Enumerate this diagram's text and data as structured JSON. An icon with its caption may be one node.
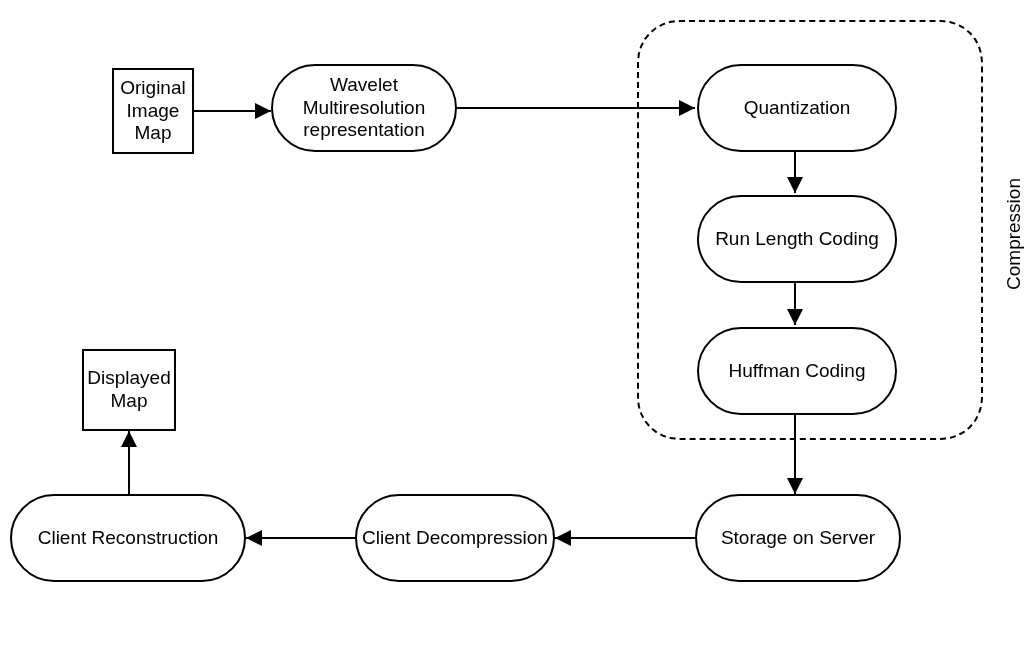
{
  "diagram": {
    "nodes": [
      {
        "text": [
          "Original Image Map"
        ]
      },
      {
        "text": [
          "Wavelet Multiresolution representation"
        ]
      },
      {
        "text": [
          "Compression"
        ]
      },
      {
        "text": [
          "Quantization"
        ],
        "in": 2
      },
      {
        "text": [
          "Run Length Coding"
        ],
        "in": 2
      },
      {
        "text": [
          "Huffman Coding"
        ],
        "in": 2
      },
      {
        "text": [
          "Storage on Server"
        ]
      },
      {
        "text": [
          "Client Decompression"
        ]
      },
      {
        "text": [
          "Client Reconstruction"
        ]
      },
      {
        "text": [
          "Displayed Map"
        ]
      }
    ],
    "edges": [
      {
        "from": 0,
        "to": 1,
        "arrow": "to"
      },
      {
        "from": 1,
        "to": 3,
        "arrow": "to"
      },
      {
        "from": 3,
        "to": 4,
        "arrow": "to"
      },
      {
        "from": 4,
        "to": 5,
        "arrow": "to"
      },
      {
        "from": 5,
        "to": 6,
        "arrow": "to"
      },
      {
        "from": 6,
        "to": 7,
        "arrow": "to"
      },
      {
        "from": 7,
        "to": 8,
        "arrow": "to"
      },
      {
        "from": 8,
        "to": 9,
        "arrow": "to"
      }
    ]
  }
}
